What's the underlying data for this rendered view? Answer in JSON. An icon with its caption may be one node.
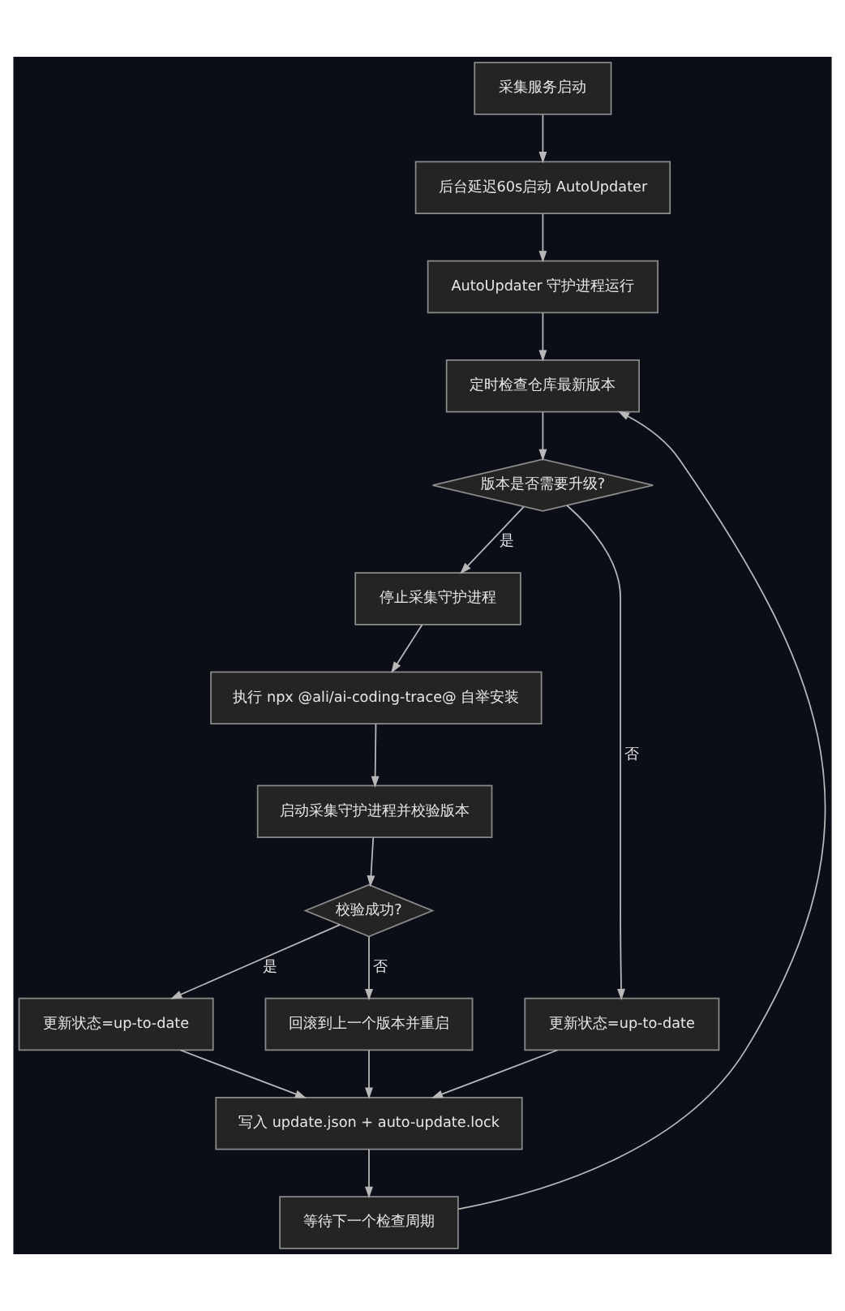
{
  "diagram": {
    "nodes": [
      {
        "text": [
          "采集服务启动"
        ]
      },
      {
        "text": [
          "后台延迟60s启动 AutoUpdater"
        ]
      },
      {
        "text": [
          "AutoUpdater 守护进程运行"
        ]
      },
      {
        "text": [
          "定时检查仓库最新版本"
        ]
      },
      {
        "text": [
          "版本是否需要升级?"
        ]
      },
      {
        "text": [
          "停止采集守护进程"
        ]
      },
      {
        "text": [
          "执行 npx @ali/ai-coding-trace@ 自举安装"
        ]
      },
      {
        "text": [
          "启动采集守护进程并校验版本"
        ]
      },
      {
        "text": [
          "校验成功?"
        ]
      },
      {
        "text": [
          "更新状态=up-to-date"
        ]
      },
      {
        "text": [
          "更新状态=up-to-date"
        ]
      },
      {
        "text": [
          "回滚到上一个版本并重启"
        ]
      },
      {
        "text": [
          "写入 update.json + auto-update.lock"
        ]
      },
      {
        "text": [
          "等待下一个检查周期"
        ]
      }
    ],
    "edges": [
      {
        "from": 0,
        "to": 1,
        "arrow": "to"
      },
      {
        "from": 1,
        "to": 2,
        "arrow": "to"
      },
      {
        "from": 2,
        "to": 3,
        "arrow": "to"
      },
      {
        "from": 3,
        "to": 4,
        "arrow": "to"
      },
      {
        "from": 4,
        "to": 5,
        "arrow": "to",
        "label": "是"
      },
      {
        "from": 4,
        "to": 9,
        "arrow": "to",
        "label": "否"
      },
      {
        "from": 5,
        "to": 6,
        "arrow": "to"
      },
      {
        "from": 6,
        "to": 7,
        "arrow": "to"
      },
      {
        "from": 7,
        "to": 8,
        "arrow": "to"
      },
      {
        "from": 8,
        "to": 10,
        "arrow": "to",
        "label": "是"
      },
      {
        "from": 8,
        "to": 11,
        "arrow": "to",
        "label": "否"
      },
      {
        "from": 9,
        "to": 12,
        "arrow": "to"
      },
      {
        "from": 10,
        "to": 12,
        "arrow": "to"
      },
      {
        "from": 11,
        "to": 12,
        "arrow": "to"
      },
      {
        "from": 12,
        "to": 13,
        "arrow": "to"
      },
      {
        "from": 13,
        "to": 3,
        "arrow": "to"
      }
    ]
  }
}
